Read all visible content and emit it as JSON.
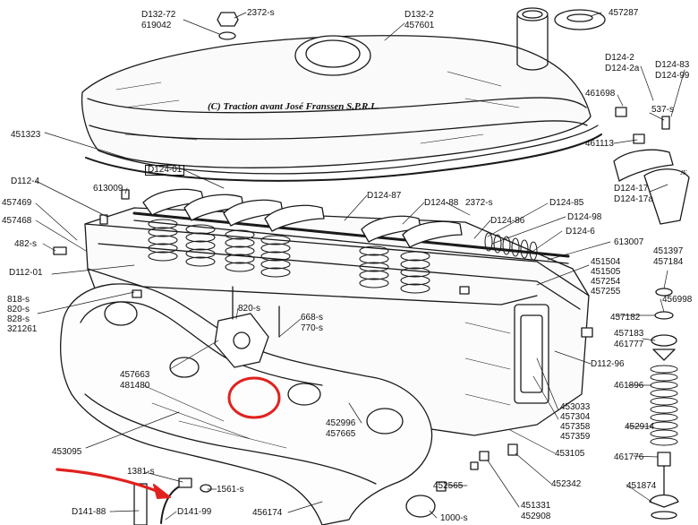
{
  "credit": "(C) Traction avant José Franssen S.P.R.L.",
  "signature": "JF",
  "highlight_color": "#e0221f",
  "labels": {
    "l_D132_72": "D132-72",
    "l_619042": "619042",
    "l_2372s_top": "2372-s",
    "l_D132_2": "D132-2",
    "l_457601": "457601",
    "l_457287": "457287",
    "l_D124_2": "D124-2",
    "l_D124_2a": "D124-2a",
    "l_D124_83": "D124-83",
    "l_D124_99": "D124-99",
    "l_461698": "461698",
    "l_537s": "537-s",
    "l_461113": "461113",
    "l_451323": "451323",
    "l_D124_01": "D124-01",
    "l_D124_17": "D124-17",
    "l_D124_17a": "D124-17a",
    "l_D112_4": "D112-4",
    "l_613009": "613009",
    "l_D124_87": "D124-87",
    "l_D124_88": "D124-88",
    "l_2372s_mid": "2372-s",
    "l_D124_85": "D124-85",
    "l_457469": "457469",
    "l_457468": "457468",
    "l_D124_86": "D124-86",
    "l_D124_98": "D124-98",
    "l_482s": "482-s",
    "l_D124_6": "D124-6",
    "l_613007": "613007",
    "l_D112_01": "D112-01",
    "l_451504": "451504",
    "l_451505": "451505",
    "l_457254": "457254",
    "l_457255": "457255",
    "l_451397": "451397",
    "l_457184": "457184",
    "l_456998": "456998",
    "l_818s": "818-s",
    "l_820s_left": "820-s",
    "l_828s": "828-s",
    "l_321261": "321261",
    "l_820s_mid": "820-s",
    "l_668s": "668-s",
    "l_770s": "770-s",
    "l_457182": "457182",
    "l_457183": "457183",
    "l_461777": "461777",
    "l_457663": "457663",
    "l_481480": "481480",
    "l_D112_96": "D112-96",
    "l_461896": "461896",
    "l_453033": "453033",
    "l_457304": "457304",
    "l_457358": "457358",
    "l_457359": "457359",
    "l_452996": "452996",
    "l_457665": "457665",
    "l_452914": "452914",
    "l_453095": "453095",
    "l_453105": "453105",
    "l_461776": "461776",
    "l_1381s": "1381-s",
    "l_1561s": "1561-s",
    "l_452342": "452342",
    "l_452565": "452565",
    "l_451874": "451874",
    "l_D141_88": "D141-88",
    "l_D141_99": "D141-99",
    "l_456174": "456174",
    "l_1000s": "1000-s",
    "l_451331": "451331",
    "l_452908": "452908"
  }
}
